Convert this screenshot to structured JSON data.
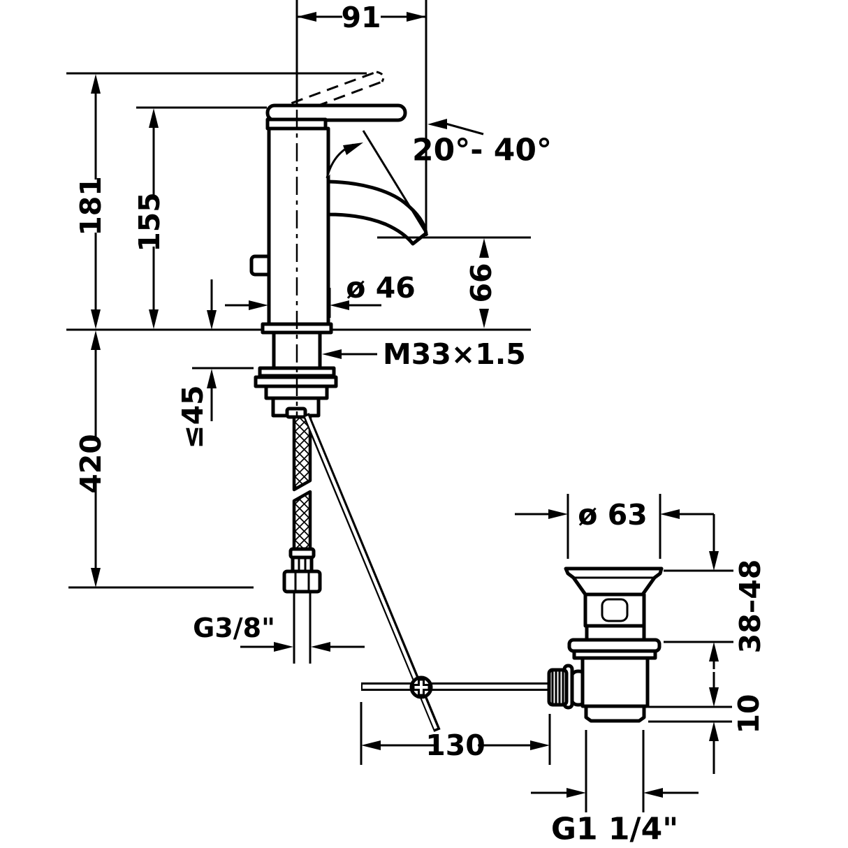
{
  "drawing": {
    "type": "technical-dimension-drawing",
    "subject": "single-lever basin mixer (faucet) with flexible supply hose and pop-up waste drain",
    "background_color": "#ffffff",
    "line_color": "#000000",
    "views": [
      "faucet side elevation above and below deck",
      "pop-up waste drain detail"
    ]
  },
  "dimensions": {
    "spout_reach": "91",
    "handle_angle_range": "20°- 40°",
    "total_height": "181",
    "body_height": "155",
    "body_diameter": "ø 46",
    "spout_outlet_height": "66",
    "shank_thread": "M33×1.5",
    "max_deck_thickness": "≤45",
    "hose_length": "420",
    "supply_connection": "G3/8\"",
    "waste_flange_diameter": "ø 63",
    "waste_mounting_range": "38–48",
    "rod_offset": "130",
    "waste_collar_height": "10",
    "waste_outlet_thread": "G1 1/4\""
  }
}
